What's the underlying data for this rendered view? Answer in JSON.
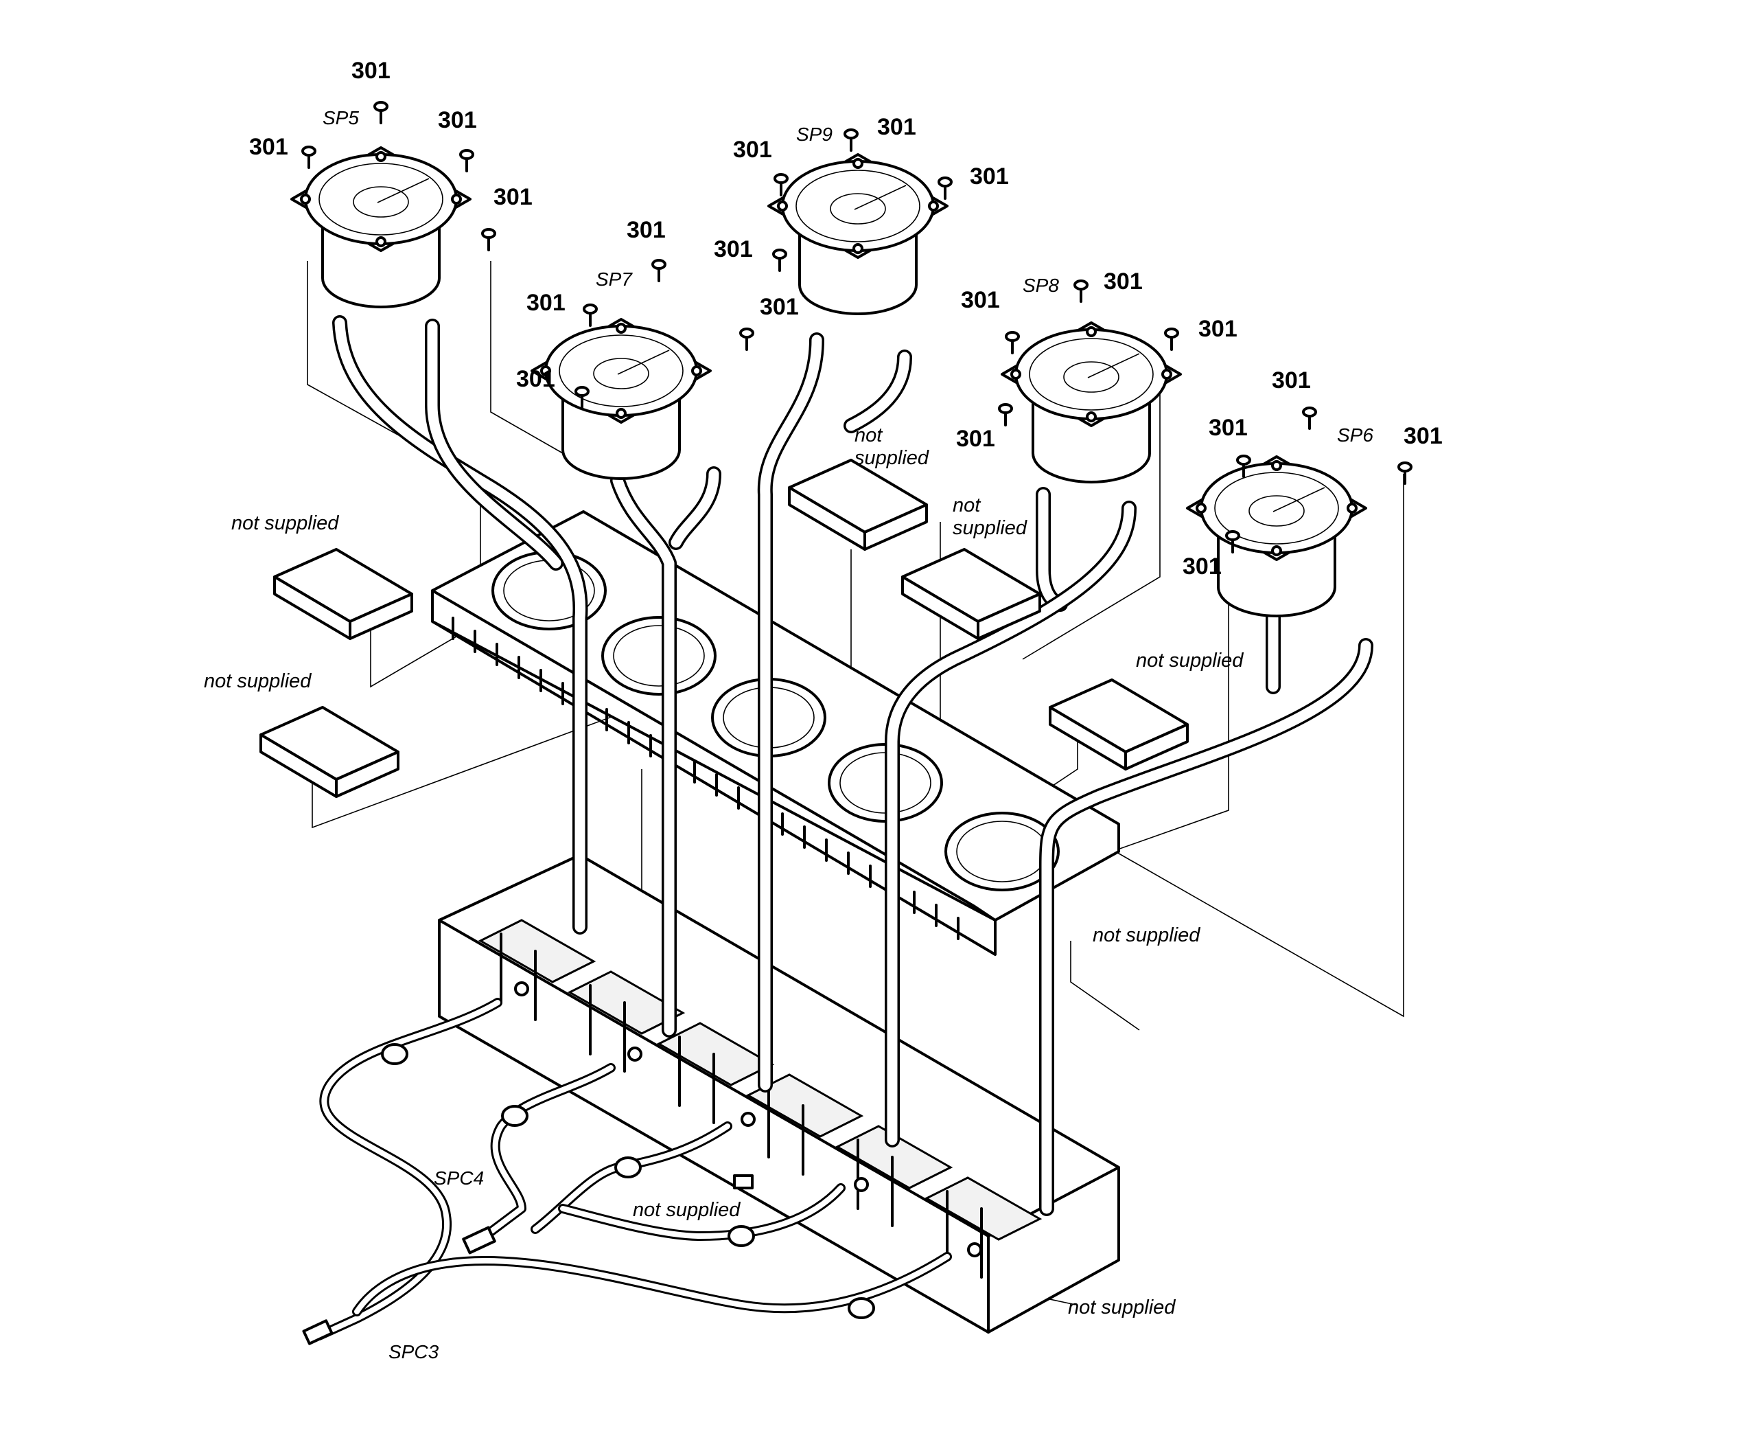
{
  "diagram": {
    "speakers": [
      {
        "id": "sp5",
        "label": "SP5"
      },
      {
        "id": "sp7",
        "label": "SP7"
      },
      {
        "id": "sp9",
        "label": "SP9"
      },
      {
        "id": "sp8",
        "label": "SP8"
      },
      {
        "id": "sp6",
        "label": "SP6"
      }
    ],
    "screw_part_number": "301",
    "cables": [
      {
        "id": "spc3",
        "label": "SPC3"
      },
      {
        "id": "spc4",
        "label": "SPC4"
      }
    ],
    "not_supplied_label": "not supplied",
    "not_supplied_line1": "not",
    "not_supplied_line2": "supplied",
    "colors": {
      "ink": "#000000",
      "paper": "#ffffff"
    }
  }
}
